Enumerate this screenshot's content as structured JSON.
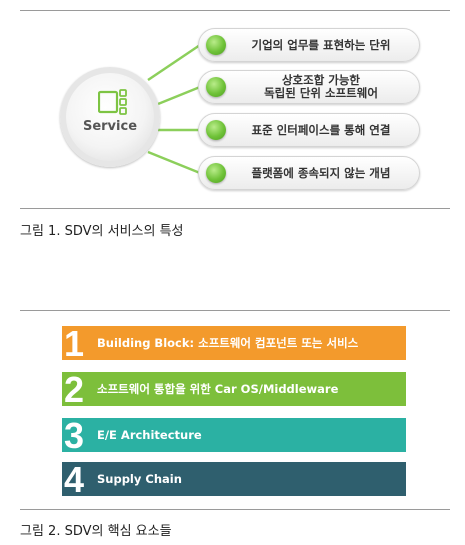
{
  "figure1": {
    "center_label": "Service",
    "center_icon": "service-blocks-icon",
    "items": [
      {
        "text": "기업의 업무를 표현하는 단위"
      },
      {
        "text": "상호조합 가능한\n독립된 단위 소프트웨어"
      },
      {
        "text": "표준 인터페이스를 통해 연결"
      },
      {
        "text": "플랫폼에 종속되지 않는 개념"
      }
    ],
    "caption": "그림 1. SDV의 서비스의 특성",
    "colors": {
      "dot": "#6fc238",
      "connector": "#8ccf5b"
    }
  },
  "figure2": {
    "items": [
      {
        "number": "1",
        "text": "Building Block: 소프트웨어 컴포넌트 또는 서비스",
        "color": "#f39a2c"
      },
      {
        "number": "2",
        "text": "소프트웨어 통합을 위한 Car OS/Middleware",
        "color": "#7dbf3b"
      },
      {
        "number": "3",
        "text": "E/E Architecture",
        "color": "#2bb1a3"
      },
      {
        "number": "4",
        "text": "Supply Chain",
        "color": "#2f5f6e"
      }
    ],
    "caption": "그림 2. SDV의 핵심 요소들"
  }
}
